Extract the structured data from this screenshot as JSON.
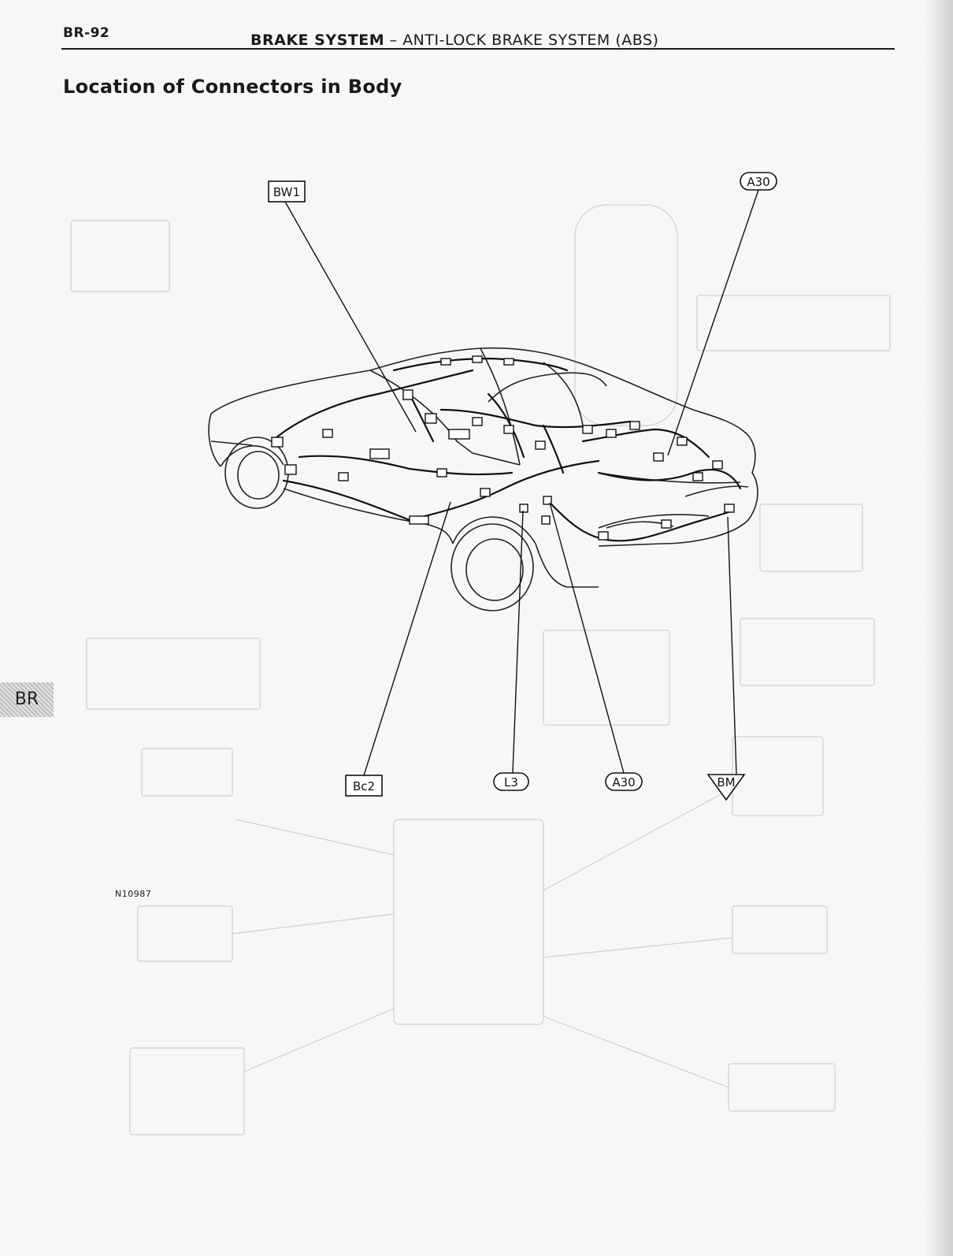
{
  "header": {
    "page_number": "BR-92",
    "system_bold": "BRAKE SYSTEM",
    "system_rest": " – ANTI-LOCK BRAKE SYSTEM (ABS)"
  },
  "section_title": "Location of Connectors in Body",
  "side_tab": "BR",
  "figure_code": "N10987",
  "connectors": {
    "bw1": "BW1",
    "a30_top": "A30",
    "bc2": "Bc2",
    "l3": "L3",
    "a30_bottom": "A30",
    "bm": "BM"
  }
}
